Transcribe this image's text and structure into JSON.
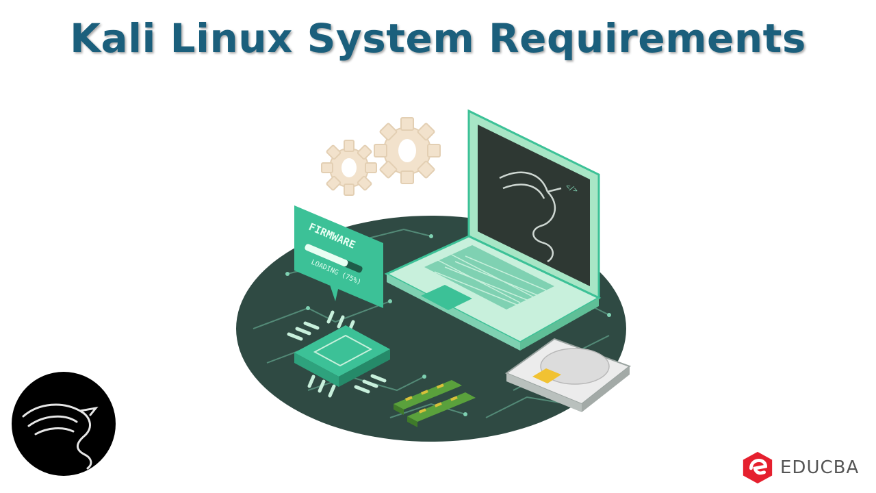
{
  "header": {
    "title": "Kali Linux System Requirements"
  },
  "illustration": {
    "firmware_label": "FIRMWARE",
    "loading_label": "LOADING (75%)",
    "loading_progress": 0.75,
    "screen_code_glyph": "</>",
    "icons": [
      "gear-icon",
      "laptop-icon",
      "kali-dragon-icon",
      "firmware-chip-icon",
      "ram-module-icon",
      "hard-drive-icon",
      "circuit-board-icon"
    ]
  },
  "brand": {
    "name": "EDUCBA",
    "logo_icon": "educba-logo-icon"
  },
  "colors": {
    "title": "#1b5f7c",
    "board": "#2f4a43",
    "accent_green": "#3cc197",
    "light_green": "#c8f0dc",
    "gear": "#f2e2cc",
    "brand_red": "#e5202e"
  }
}
